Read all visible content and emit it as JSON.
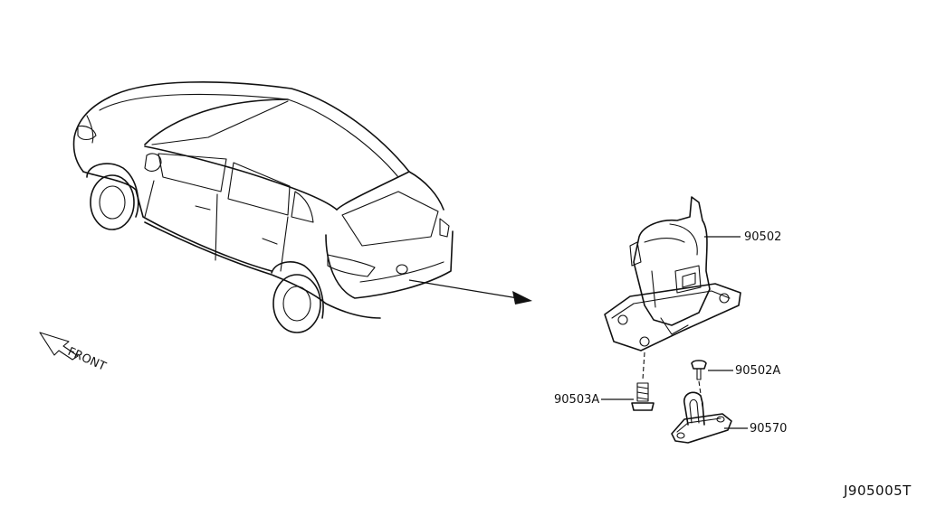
{
  "parts": {
    "latch": {
      "number": "90502"
    },
    "bolt": {
      "number": "90503A"
    },
    "screw": {
      "number": "90502A"
    },
    "striker": {
      "number": "90570"
    }
  },
  "front_indicator": {
    "label": "FRONT"
  },
  "diagram_code": "J905005T"
}
